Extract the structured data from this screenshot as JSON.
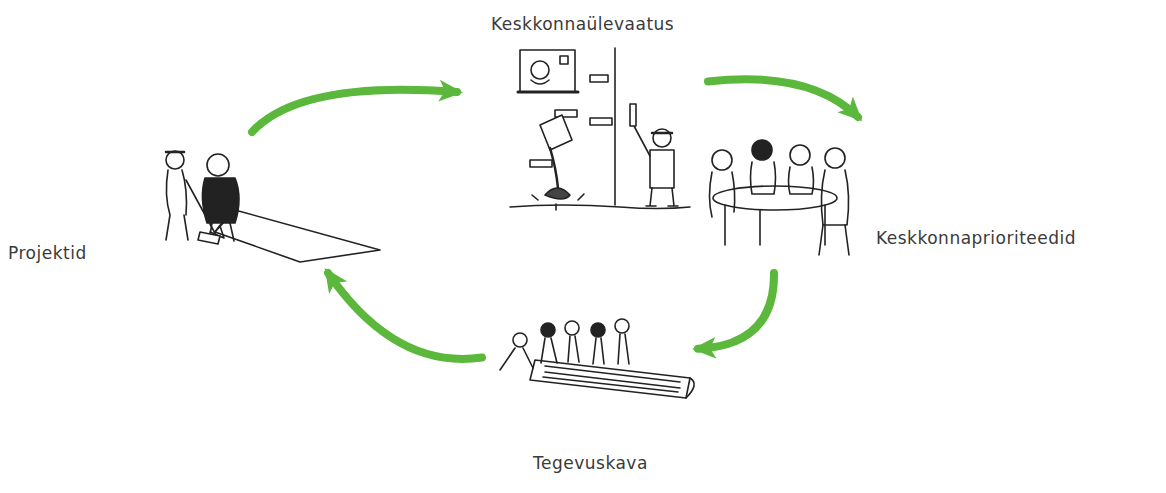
{
  "diagram": {
    "nodes": [
      {
        "text": [
          "Keskkonnaülevaatus"
        ]
      },
      {
        "text": [
          "Keskkonnaprioriteedid"
        ]
      },
      {
        "text": [
          "Tegevuskava"
        ]
      },
      {
        "text": [
          "Projektid"
        ]
      }
    ],
    "edges": [
      {
        "from": 0,
        "to": 1,
        "arrow": "to"
      },
      {
        "from": 1,
        "to": 2,
        "arrow": "to"
      },
      {
        "from": 2,
        "to": 3,
        "arrow": "to"
      },
      {
        "from": 3,
        "to": 0,
        "arrow": "to"
      }
    ]
  }
}
